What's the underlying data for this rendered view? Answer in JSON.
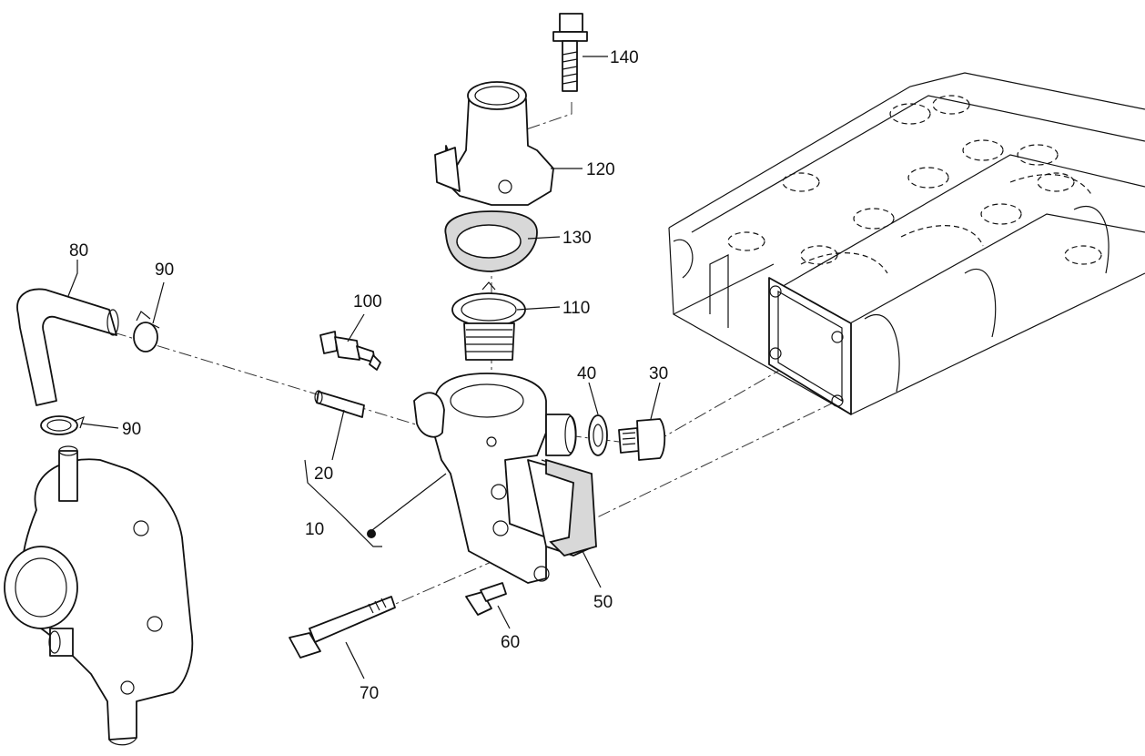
{
  "callouts": {
    "p140": "140",
    "p120": "120",
    "p130": "130",
    "p110": "110",
    "p100": "100",
    "p80": "80",
    "p90_top": "90",
    "p90_bottom": "90",
    "p40": "40",
    "p30": "30",
    "p20": "20",
    "p10": "10",
    "p50": "50",
    "p60": "60",
    "p70": "70"
  }
}
